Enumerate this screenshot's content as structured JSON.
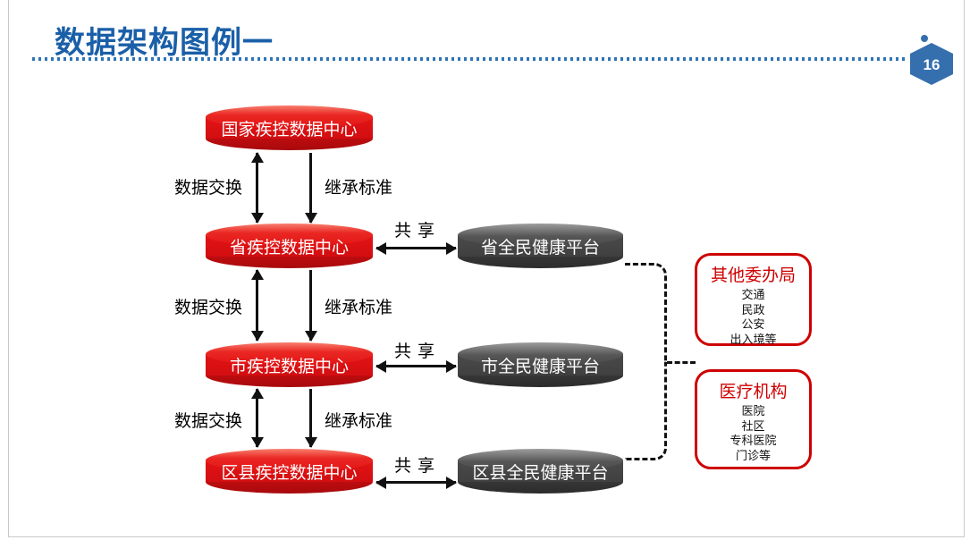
{
  "slide": {
    "title": "数据架构图例一",
    "page_number": "16"
  },
  "colors": {
    "title_blue": "#1A5FA8",
    "badge_blue": "#366FAE",
    "dotted_rule_blue": "#2E74B5",
    "cylinder_red": "#D20E11",
    "cylinder_gray": "#4A4A4A",
    "box_border_red": "#CE0000",
    "arrow_black": "#111111"
  },
  "diagram": {
    "national_center": {
      "label": "国家疾控数据中心"
    },
    "levels": [
      {
        "cdc": "省疾控数据中心",
        "platform": "省全民健康平台",
        "exchange": "数据交换",
        "inherit": "继承标准",
        "share": "共享"
      },
      {
        "cdc": "市疾控数据中心",
        "platform": "市全民健康平台",
        "exchange": "数据交换",
        "inherit": "继承标准",
        "share": "共享"
      },
      {
        "cdc": "区县疾控数据中心",
        "platform": "区县全民健康平台",
        "exchange": "数据交换",
        "inherit": "继承标准",
        "share": "共享"
      }
    ],
    "side_boxes": [
      {
        "title": "其他委办局",
        "items": [
          "交通",
          "民政",
          "公安",
          "出入境等"
        ]
      },
      {
        "title": "医疗机构",
        "items": [
          "医院",
          "社区",
          "专科医院",
          "门诊等"
        ]
      }
    ]
  }
}
